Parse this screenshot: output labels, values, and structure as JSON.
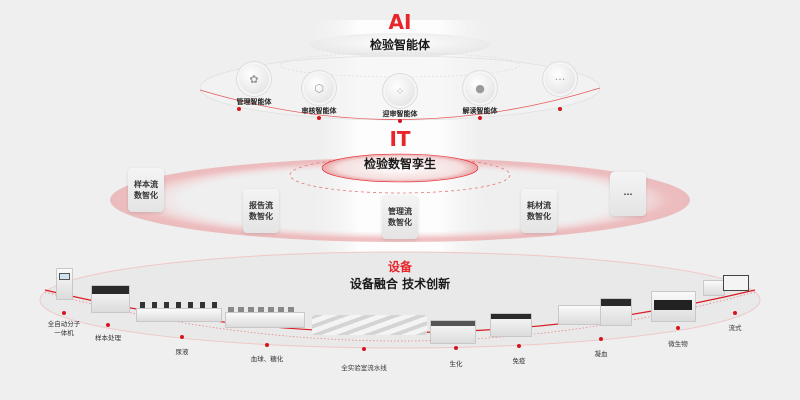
{
  "ai_layer": {
    "title": "AI",
    "subtitle": "检验智能体",
    "agents": [
      {
        "label": "管理智能体",
        "icon": "brain-network-icon"
      },
      {
        "label": "审核智能体",
        "icon": "hexagon-network-icon"
      },
      {
        "label": "迎审智能体",
        "icon": "node-graph-icon"
      },
      {
        "label": "解读智能体",
        "icon": "head-profile-icon"
      },
      {
        "label": "",
        "icon": "more-icon",
        "glyph": "···"
      }
    ]
  },
  "it_layer": {
    "title": "IT",
    "subtitle": "检验数智孪生",
    "cards": [
      {
        "line1": "样本流",
        "line2": "数智化"
      },
      {
        "line1": "报告流",
        "line2": "数智化"
      },
      {
        "line1": "管理流",
        "line2": "数智化"
      },
      {
        "line1": "耗材流",
        "line2": "数智化"
      },
      {
        "line1": "···",
        "line2": ""
      }
    ]
  },
  "device_layer": {
    "title": "设备",
    "subtitle": "设备融合 技术创新",
    "devices": [
      {
        "label_line1": "全自动分子",
        "label_line2": "一体机"
      },
      {
        "label_line1": "样本处理",
        "label_line2": ""
      },
      {
        "label_line1": "尿液",
        "label_line2": ""
      },
      {
        "label_line1": "血球、糖化",
        "label_line2": ""
      },
      {
        "label_line1": "全实验室流水线",
        "label_line2": ""
      },
      {
        "label_line1": "生化",
        "label_line2": ""
      },
      {
        "label_line1": "免疫",
        "label_line2": ""
      },
      {
        "label_line1": "凝血",
        "label_line2": ""
      },
      {
        "label_line1": "微生物",
        "label_line2": ""
      },
      {
        "label_line1": "流式",
        "label_line2": ""
      }
    ]
  },
  "colors": {
    "accent": "#e8262a",
    "background": "#efefef",
    "text": "#1a1a1a"
  }
}
